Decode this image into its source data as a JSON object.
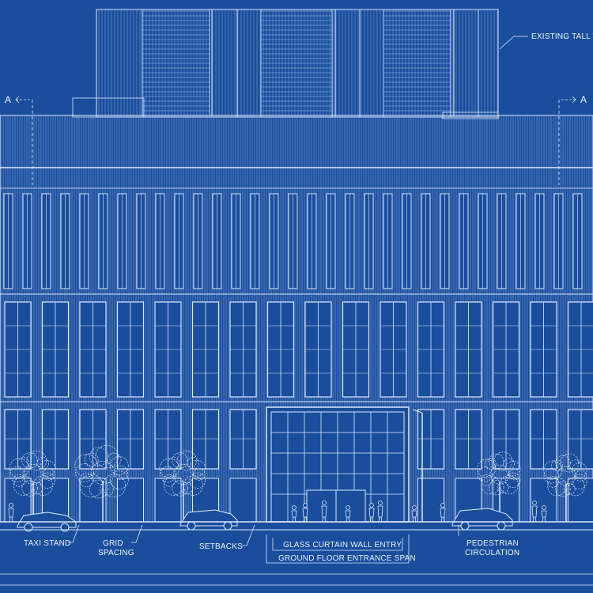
{
  "palette": {
    "background": "#1a4e9c",
    "line": "#dbe8ff",
    "faint": "#7fa3d9"
  },
  "section_marker": {
    "left": "A",
    "right": "A"
  },
  "labels": {
    "existing_tower": "EXISTING TALL TO",
    "taxi_stand": "TAXI STAND",
    "grid_spacing_1": "GRID",
    "grid_spacing_2": "SPACING",
    "setbacks": "SETBACKS",
    "glass_entry": "GLASS CURTAIN WALL ENTRY",
    "entrance_span": "GROUND FLOOR ENTRANCE SPAN",
    "pedestrian_1": "PEDESTRIAN",
    "pedestrian_2": "CIRCULATION"
  }
}
